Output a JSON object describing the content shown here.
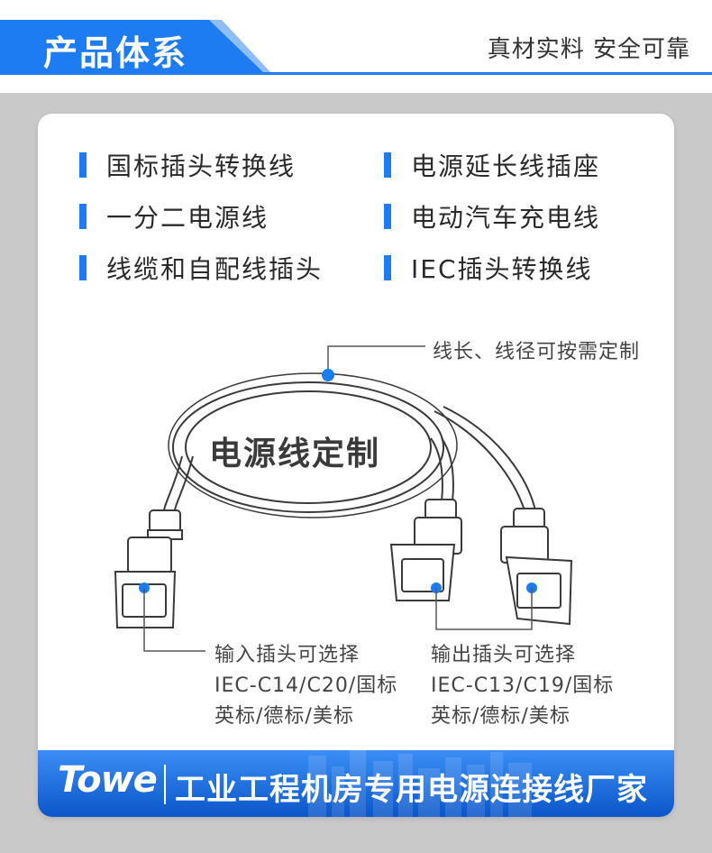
{
  "header": {
    "title": "产品体系",
    "slogan": "真材实料 安全可靠",
    "accent_color": "#1d7cf2"
  },
  "categories": [
    {
      "label": "国标插头转换线"
    },
    {
      "label": "电源延长线插座"
    },
    {
      "label": "一分二电源线"
    },
    {
      "label": "电动汽车充电线"
    },
    {
      "label": "线缆和自配线插头"
    },
    {
      "label": "IEC插头转换线"
    }
  ],
  "illustration": {
    "center_label": "电源线定制",
    "cable_note": "线长、线径可按需定制",
    "input_note": [
      "输入插头可选择",
      "IEC-C14/C20/国标",
      "英标/德标/美标"
    ],
    "output_note": [
      "输出插头可选择",
      "IEC-C13/C19/国标",
      "英标/德标/美标"
    ]
  },
  "footer": {
    "logo": "Towe",
    "text": "工业工程机房专用电源连接线厂家"
  }
}
